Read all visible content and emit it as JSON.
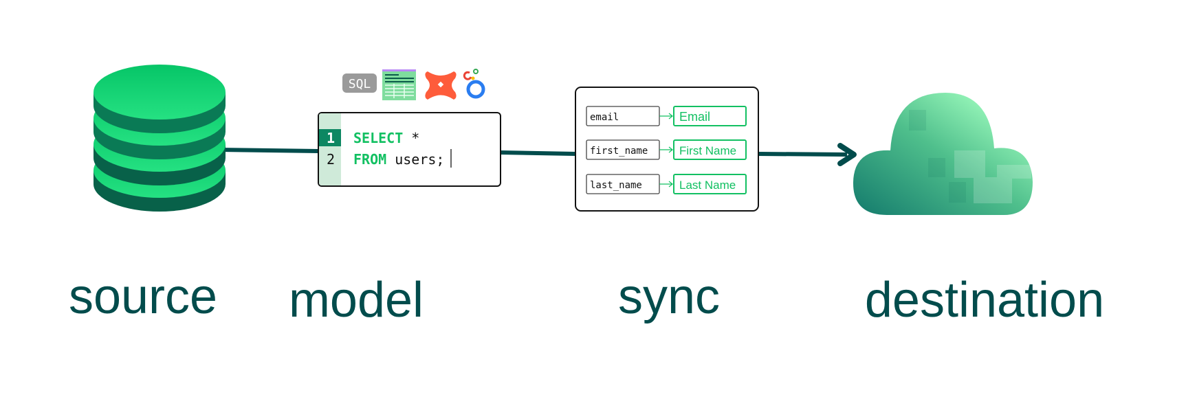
{
  "colors": {
    "connector": "#024c4c",
    "accent_green": "#12c062",
    "db_top": "#1fd276",
    "db_side": "#0a7a55"
  },
  "icons": [
    "database-icon",
    "sql-icon",
    "spreadsheet-icon",
    "dbt-icon",
    "looker-icon",
    "cloud-icon",
    "arrow-right-icon"
  ],
  "model": {
    "sql_badge": "SQL",
    "code": [
      {
        "line_no": "1",
        "keyword": "SELECT",
        "rest": " *"
      },
      {
        "line_no": "2",
        "keyword": "FROM",
        "rest": " users;"
      }
    ]
  },
  "sync": {
    "mappings": [
      {
        "source": "email",
        "target": "Email"
      },
      {
        "source": "first_name",
        "target": "First Name"
      },
      {
        "source": "last_name",
        "target": "Last Name"
      }
    ]
  },
  "labels": {
    "source": "source",
    "model": "model",
    "sync": "sync",
    "destination": "destination"
  }
}
